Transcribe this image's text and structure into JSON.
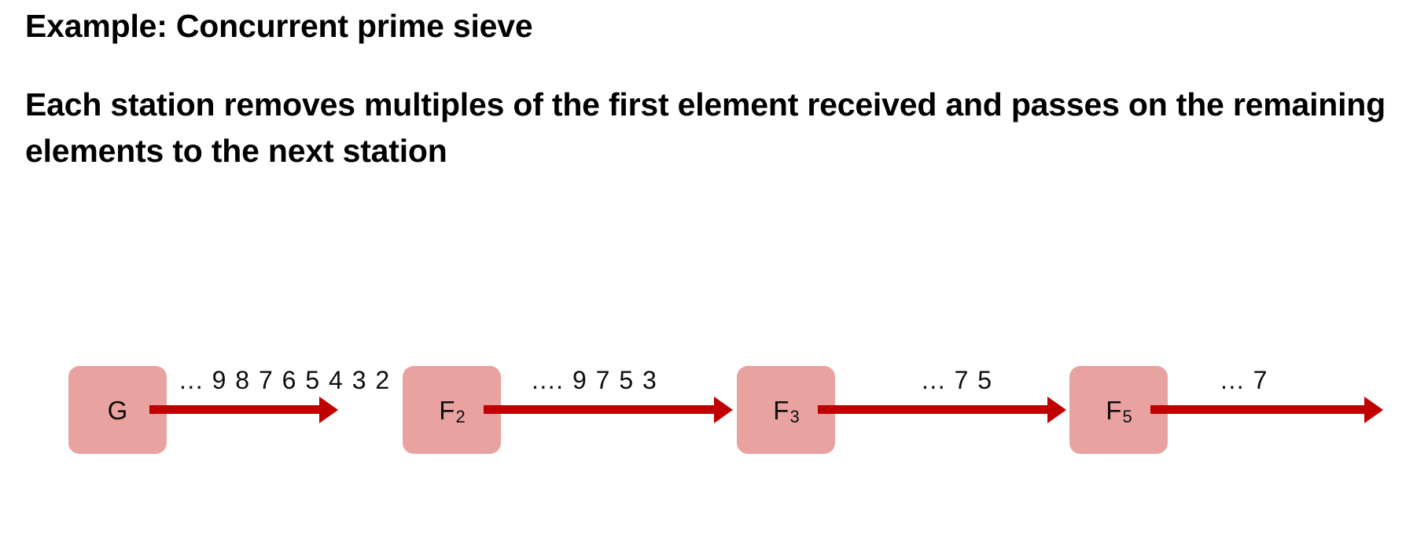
{
  "slide": {
    "title": "Example: Concurrent prime sieve",
    "body": "Each station removes multiples of the first element received and passes on the remaining elements to the next station"
  },
  "theme": {
    "box_fill": "#E8A3A0",
    "arrow_color": "#C00000",
    "text_color": "#000000",
    "background": "#FFFFFF"
  },
  "diagram": {
    "type": "pipeline",
    "stations": [
      {
        "name": "generator",
        "label_main": "G",
        "label_sub": ""
      },
      {
        "name": "filter-2",
        "label_main": "F",
        "label_sub": "2"
      },
      {
        "name": "filter-3",
        "label_main": "F",
        "label_sub": "3"
      },
      {
        "name": "filter-5",
        "label_main": "F",
        "label_sub": "5"
      }
    ],
    "flows": [
      {
        "name": "flow-g-to-f2",
        "label": "... 9 8 7 6 5 4 3 2"
      },
      {
        "name": "flow-f2-to-f3",
        "label": ".... 9 7 5 3"
      },
      {
        "name": "flow-f3-to-f5",
        "label": "... 7 5"
      },
      {
        "name": "flow-f5-out",
        "label": "... 7"
      }
    ]
  }
}
